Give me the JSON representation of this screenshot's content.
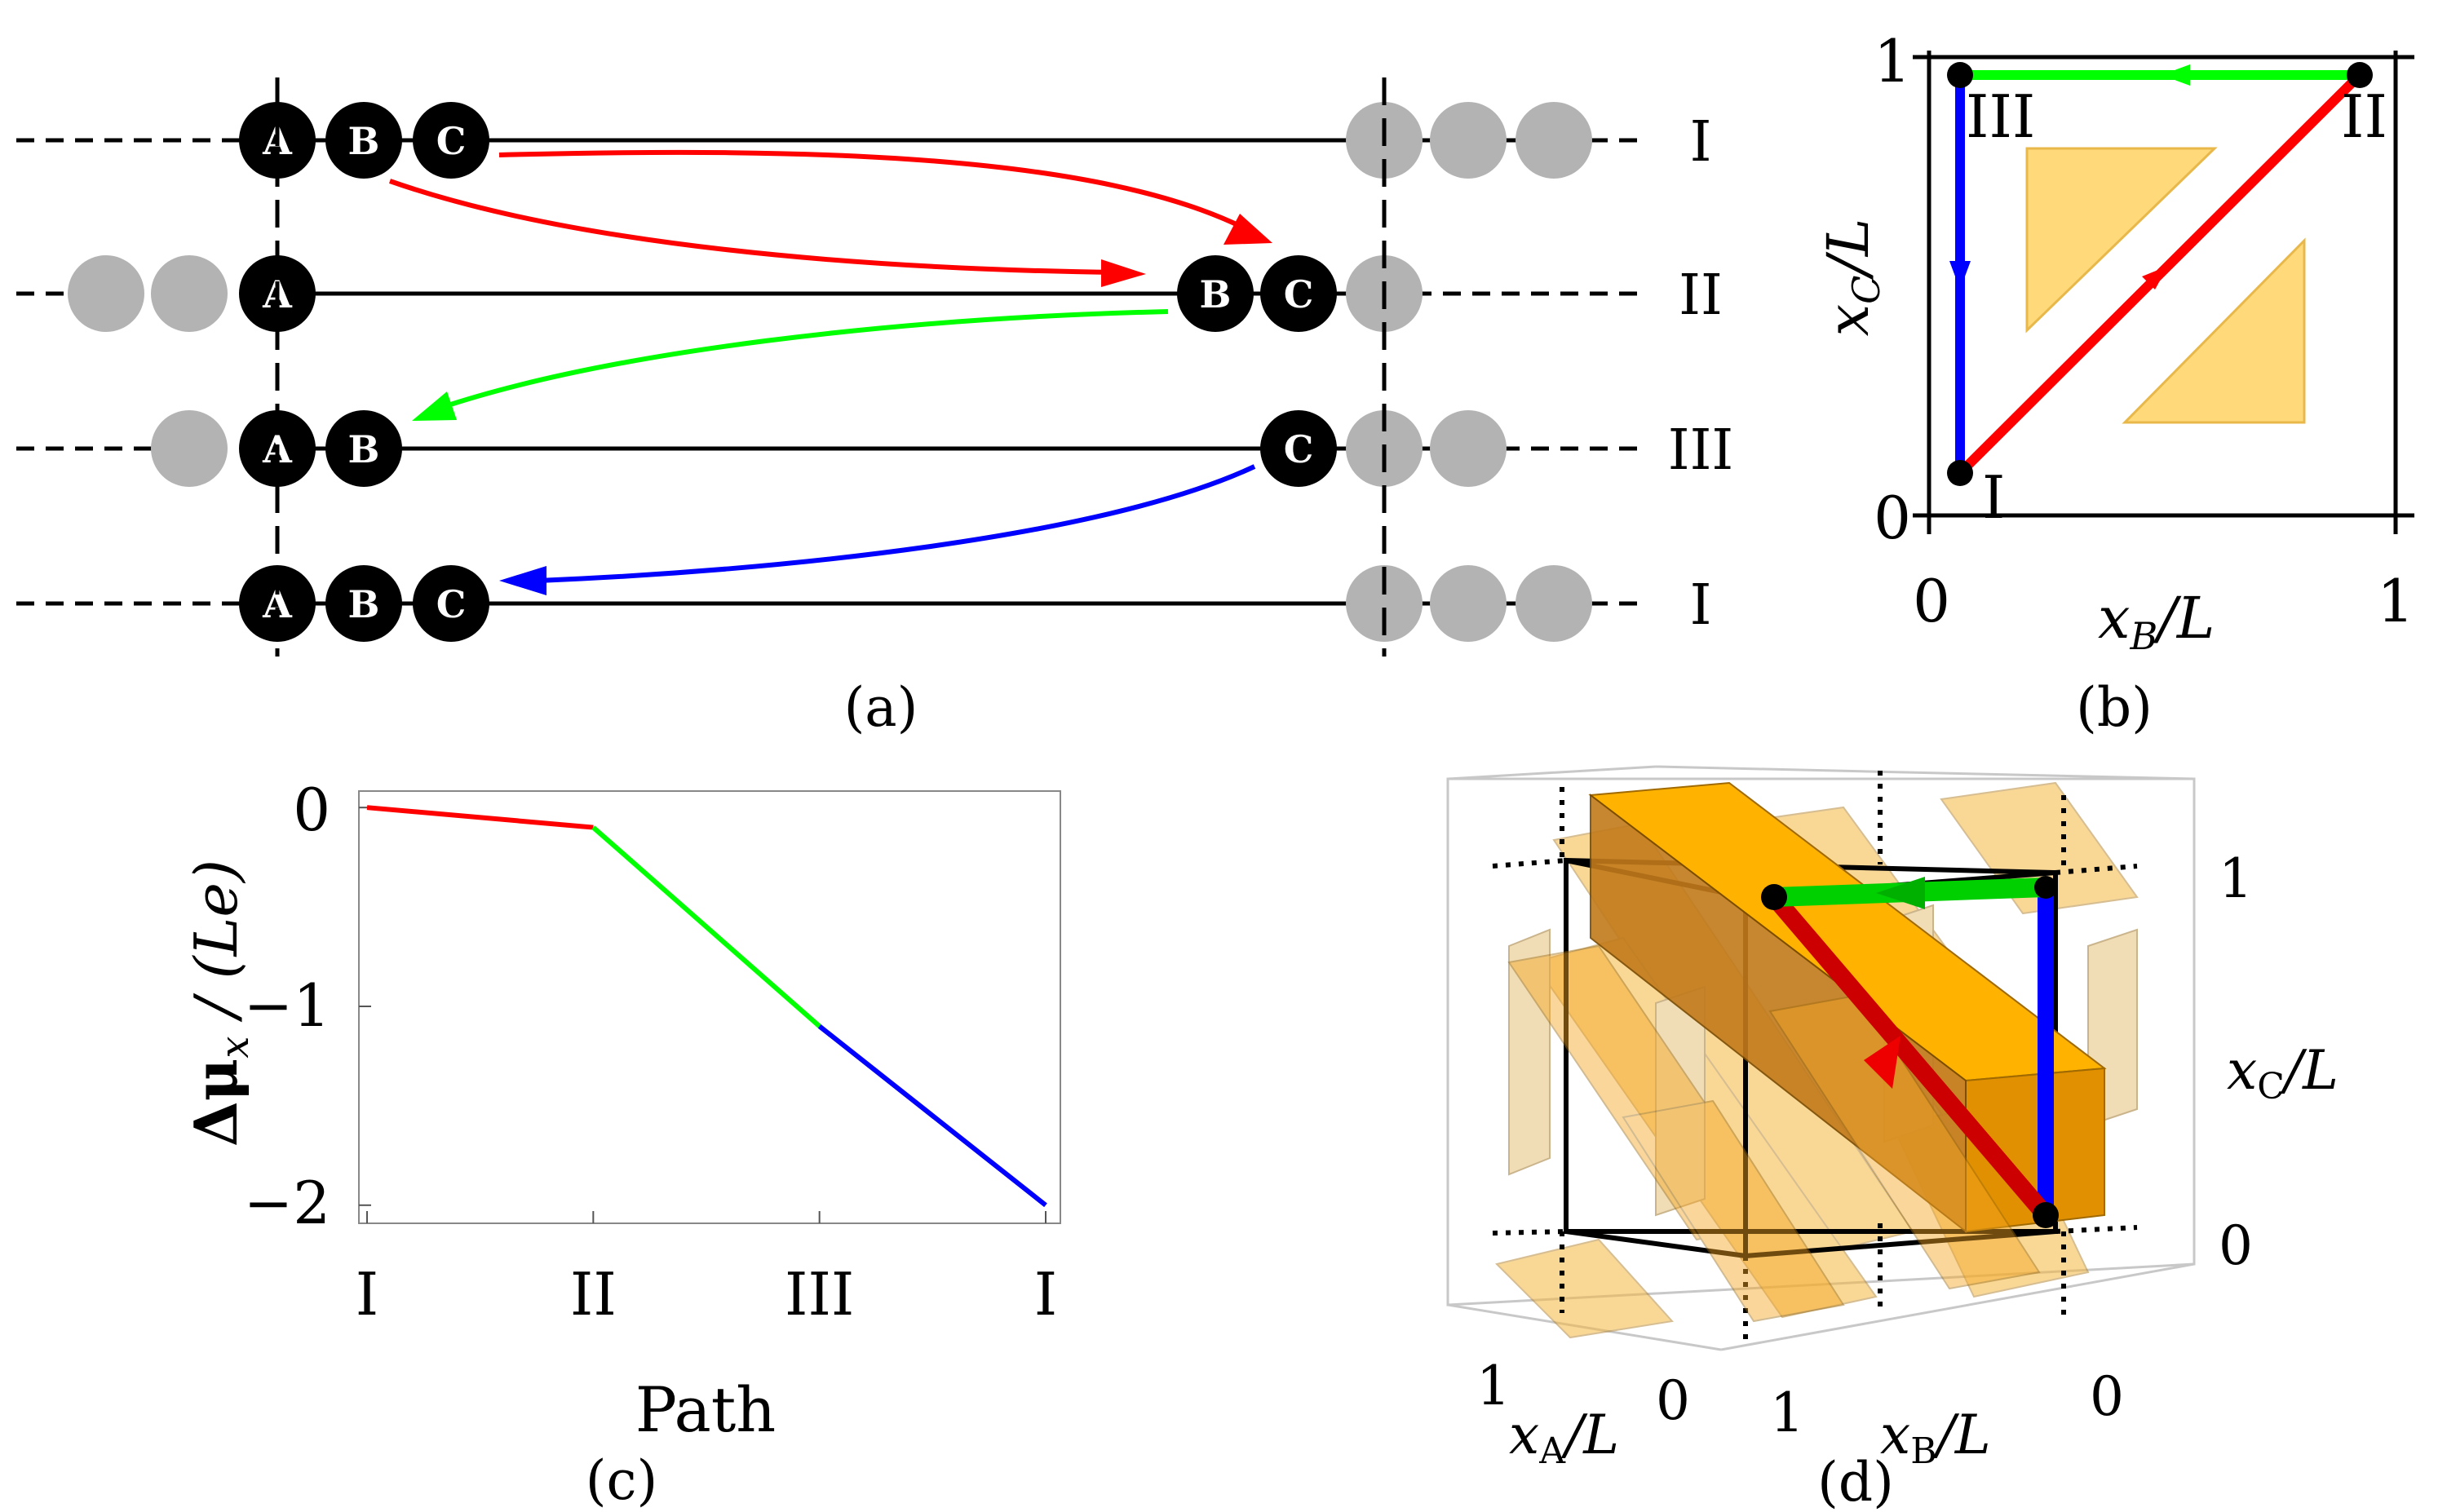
{
  "panel_a": {
    "label": "(a)",
    "rows": [
      {
        "roman": "I",
        "balls": [
          "A",
          "B",
          "C"
        ]
      },
      {
        "roman": "II",
        "balls": [
          "A",
          "B",
          "C"
        ]
      },
      {
        "roman": "III",
        "balls": [
          "A",
          "B",
          "C"
        ]
      },
      {
        "roman": "I",
        "balls": [
          "A",
          "B",
          "C"
        ]
      }
    ],
    "colors": {
      "red": "#ff0000",
      "green": "#00ff00",
      "blue": "#0000ff",
      "ghost": "#b3b3b3"
    }
  },
  "panel_b": {
    "label": "(b)",
    "x_axis_label": "x",
    "x_axis_sub": "B",
    "x_axis_unit": "/L",
    "y_axis_label": "x",
    "y_axis_sub": "C",
    "y_axis_unit": "/L",
    "x_ticks": [
      "0",
      "1"
    ],
    "y_ticks": [
      "0",
      "1"
    ],
    "points": [
      "I",
      "II",
      "III"
    ],
    "region_color": "#ffd97a"
  },
  "panel_c": {
    "label": "(c)",
    "ylabel": "Δμ_x / (Le)",
    "ylabel_main": "Δμ",
    "ylabel_sub": "x",
    "ylabel_rest": " / (Le)",
    "xlabel": "Path",
    "x_ticks": [
      "I",
      "II",
      "III",
      "I"
    ],
    "y_ticks": [
      "0",
      "−1",
      "−2"
    ]
  },
  "chart_data": {
    "type": "line",
    "xlabel": "Path",
    "ylabel": "Δμ_x / (Le)",
    "categories": [
      "I",
      "II",
      "III",
      "I"
    ],
    "ylim": [
      -2.05,
      0.05
    ],
    "series": [
      {
        "color": "#ff0000",
        "x": [
          0,
          1
        ],
        "y": [
          0,
          -0.1
        ]
      },
      {
        "color": "#00ff00",
        "x": [
          1,
          2
        ],
        "y": [
          -0.1,
          -1.1
        ]
      },
      {
        "color": "#0000ff",
        "x": [
          2,
          3
        ],
        "y": [
          -1.1,
          -2.0
        ]
      }
    ]
  },
  "panel_d": {
    "label": "(d)",
    "xa_label": "x",
    "xa_sub": "A",
    "xa_unit": "/L",
    "xb_label": "x",
    "xb_sub": "B",
    "xb_unit": "/L",
    "xc_label": "x",
    "xc_sub": "C",
    "xc_unit": "/L",
    "xa_ticks": [
      "1",
      "0"
    ],
    "xb_ticks": [
      "1",
      "0"
    ],
    "xc_ticks": [
      "1",
      "0"
    ]
  }
}
